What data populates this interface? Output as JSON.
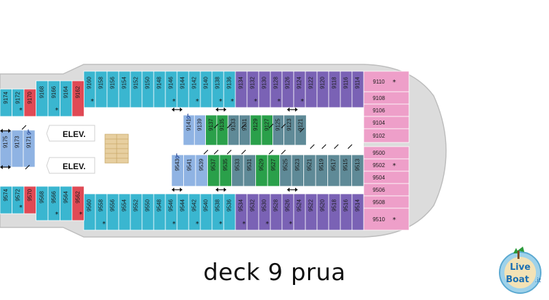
{
  "caption": "deck 9 prua",
  "logo": {
    "brand_top": "Live",
    "brand_main": "Boat",
    "brand_tld": ".it"
  },
  "elevators": [
    "ELEV.",
    "ELEV."
  ],
  "colors": {
    "cyan": "#3ab6d0",
    "purple": "#7a62b5",
    "slate": "#5f8a97",
    "green": "#2aa04a",
    "blue": "#8fb3e3",
    "red": "#e04a55",
    "pink": "#ee9fc9",
    "hull": "#dcdcdc"
  },
  "top_row": [
    {
      "label": "9160",
      "color": "cyan",
      "star": true
    },
    {
      "label": "9158",
      "color": "cyan",
      "star": false
    },
    {
      "label": "9156",
      "color": "cyan",
      "star": false
    },
    {
      "label": "9154",
      "color": "cyan",
      "star": false
    },
    {
      "label": "9152",
      "color": "cyan",
      "star": false
    },
    {
      "label": "9150",
      "color": "cyan",
      "star": false
    },
    {
      "label": "9148",
      "color": "cyan",
      "star": false
    },
    {
      "label": "9146",
      "color": "cyan",
      "star": true
    },
    {
      "label": "9144",
      "color": "cyan",
      "star": false
    },
    {
      "label": "9142",
      "color": "cyan",
      "star": true
    },
    {
      "label": "9140",
      "color": "cyan",
      "star": false
    },
    {
      "label": "9138",
      "color": "cyan",
      "star": true
    },
    {
      "label": "9136",
      "color": "cyan",
      "star": true
    },
    {
      "label": "9134",
      "color": "purple",
      "star": false
    },
    {
      "label": "9132",
      "color": "purple",
      "star": true
    },
    {
      "label": "9130",
      "color": "purple",
      "star": false
    },
    {
      "label": "9128",
      "color": "purple",
      "star": true
    },
    {
      "label": "9126",
      "color": "purple",
      "star": false
    },
    {
      "label": "9124",
      "color": "purple",
      "star": true
    },
    {
      "label": "9122",
      "color": "purple",
      "star": false
    },
    {
      "label": "9120",
      "color": "purple",
      "star": false
    },
    {
      "label": "9118",
      "color": "purple",
      "star": false
    },
    {
      "label": "9116",
      "color": "purple",
      "star": false
    },
    {
      "label": "9114",
      "color": "purple",
      "star": false
    }
  ],
  "bottom_row": [
    {
      "label": "9560",
      "color": "cyan",
      "star": false
    },
    {
      "label": "9558",
      "color": "cyan",
      "star": true
    },
    {
      "label": "9556",
      "color": "cyan",
      "star": false
    },
    {
      "label": "9554",
      "color": "cyan",
      "star": false
    },
    {
      "label": "9552",
      "color": "cyan",
      "star": false
    },
    {
      "label": "9550",
      "color": "cyan",
      "star": false
    },
    {
      "label": "9548",
      "color": "cyan",
      "star": false
    },
    {
      "label": "9546",
      "color": "cyan",
      "star": true
    },
    {
      "label": "9544",
      "color": "cyan",
      "star": false
    },
    {
      "label": "9542",
      "color": "cyan",
      "star": true
    },
    {
      "label": "9540",
      "color": "cyan",
      "star": false
    },
    {
      "label": "9538",
      "color": "cyan",
      "star": true
    },
    {
      "label": "9536",
      "color": "cyan",
      "star": false
    },
    {
      "label": "9534",
      "color": "purple",
      "star": true
    },
    {
      "label": "9532",
      "color": "purple",
      "star": false
    },
    {
      "label": "9530",
      "color": "purple",
      "star": true
    },
    {
      "label": "9528",
      "color": "purple",
      "star": false
    },
    {
      "label": "9526",
      "color": "purple",
      "star": true
    },
    {
      "label": "9524",
      "color": "purple",
      "star": false
    },
    {
      "label": "9522",
      "color": "purple",
      "star": false
    },
    {
      "label": "9520",
      "color": "purple",
      "star": false
    },
    {
      "label": "9518",
      "color": "purple",
      "star": false
    },
    {
      "label": "9516",
      "color": "purple",
      "star": false
    },
    {
      "label": "9514",
      "color": "purple",
      "star": false
    }
  ],
  "inner_top": [
    {
      "label": "9141",
      "color": "blue",
      "star": false,
      "access": true
    },
    {
      "label": "9139",
      "color": "blue",
      "star": false,
      "access": false
    },
    {
      "label": "9137",
      "color": "green",
      "star": false,
      "access": false
    },
    {
      "label": "9135",
      "color": "green",
      "star": false,
      "access": false
    },
    {
      "label": "9133",
      "color": "slate",
      "star": false,
      "access": false
    },
    {
      "label": "9131",
      "color": "slate",
      "star": false,
      "access": false
    },
    {
      "label": "9129",
      "color": "green",
      "star": false,
      "access": false
    },
    {
      "label": "9127",
      "color": "green",
      "star": false,
      "access": false
    },
    {
      "label": "9125",
      "color": "slate",
      "star": false,
      "access": false
    },
    {
      "label": "9123",
      "color": "slate",
      "star": false,
      "access": false
    },
    {
      "label": "9121",
      "color": "slate",
      "star": false,
      "access": false
    }
  ],
  "inner_bottom": [
    {
      "label": "9543",
      "color": "blue",
      "star": false,
      "access": true
    },
    {
      "label": "9541",
      "color": "blue",
      "star": false,
      "access": false
    },
    {
      "label": "9539",
      "color": "blue",
      "star": false,
      "access": false
    },
    {
      "label": "9537",
      "color": "green",
      "star": false,
      "access": false
    },
    {
      "label": "9535",
      "color": "green",
      "star": false,
      "access": false
    },
    {
      "label": "9533",
      "color": "slate",
      "star": false,
      "access": false
    },
    {
      "label": "9531",
      "color": "slate",
      "star": false,
      "access": false
    },
    {
      "label": "9529",
      "color": "green",
      "star": false,
      "access": false
    },
    {
      "label": "9527",
      "color": "green",
      "star": false,
      "access": false
    },
    {
      "label": "9525",
      "color": "slate",
      "star": false,
      "access": false
    },
    {
      "label": "9523",
      "color": "slate",
      "star": false,
      "access": false
    },
    {
      "label": "9521",
      "color": "slate",
      "star": false,
      "access": false
    },
    {
      "label": "9519",
      "color": "slate",
      "star": false,
      "access": false
    },
    {
      "label": "9517",
      "color": "slate",
      "star": false,
      "access": false
    },
    {
      "label": "9515",
      "color": "slate",
      "star": false,
      "access": false
    },
    {
      "label": "9513",
      "color": "slate",
      "star": false,
      "access": false
    }
  ],
  "left_top": [
    {
      "label": "9174",
      "color": "cyan",
      "star": false
    },
    {
      "label": "9172",
      "color": "cyan",
      "star": true
    },
    {
      "label": "9170",
      "color": "red",
      "star": false
    },
    {
      "label": "9168",
      "color": "cyan",
      "star": false
    },
    {
      "label": "9166",
      "color": "cyan",
      "star": true
    },
    {
      "label": "9164",
      "color": "cyan",
      "star": false
    },
    {
      "label": "9162",
      "color": "red",
      "star": false
    }
  ],
  "left_bottom": [
    {
      "label": "9574",
      "color": "cyan",
      "star": false
    },
    {
      "label": "9572",
      "color": "cyan",
      "star": true
    },
    {
      "label": "9570",
      "color": "red",
      "star": false
    },
    {
      "label": "9568",
      "color": "cyan",
      "star": false
    },
    {
      "label": "9566",
      "color": "cyan",
      "star": true
    },
    {
      "label": "9564",
      "color": "cyan",
      "star": false
    },
    {
      "label": "9562",
      "color": "red",
      "star": true
    }
  ],
  "left_mid": [
    {
      "label": "9175",
      "color": "blue",
      "star": false
    },
    {
      "label": "9173",
      "color": "blue",
      "star": false
    },
    {
      "label": "9171",
      "color": "blue",
      "star": false,
      "access": true
    }
  ],
  "bow_top": [
    {
      "label": "9110",
      "star": true
    },
    {
      "label": "9108",
      "star": false
    },
    {
      "label": "9106",
      "star": false
    },
    {
      "label": "9104",
      "star": false
    },
    {
      "label": "9102",
      "star": false
    }
  ],
  "bow_bottom": [
    {
      "label": "9500",
      "star": false
    },
    {
      "label": "9502",
      "star": true
    },
    {
      "label": "9504",
      "star": false
    },
    {
      "label": "9506",
      "star": false
    },
    {
      "label": "9508",
      "star": false
    },
    {
      "label": "9510",
      "star": true
    }
  ]
}
